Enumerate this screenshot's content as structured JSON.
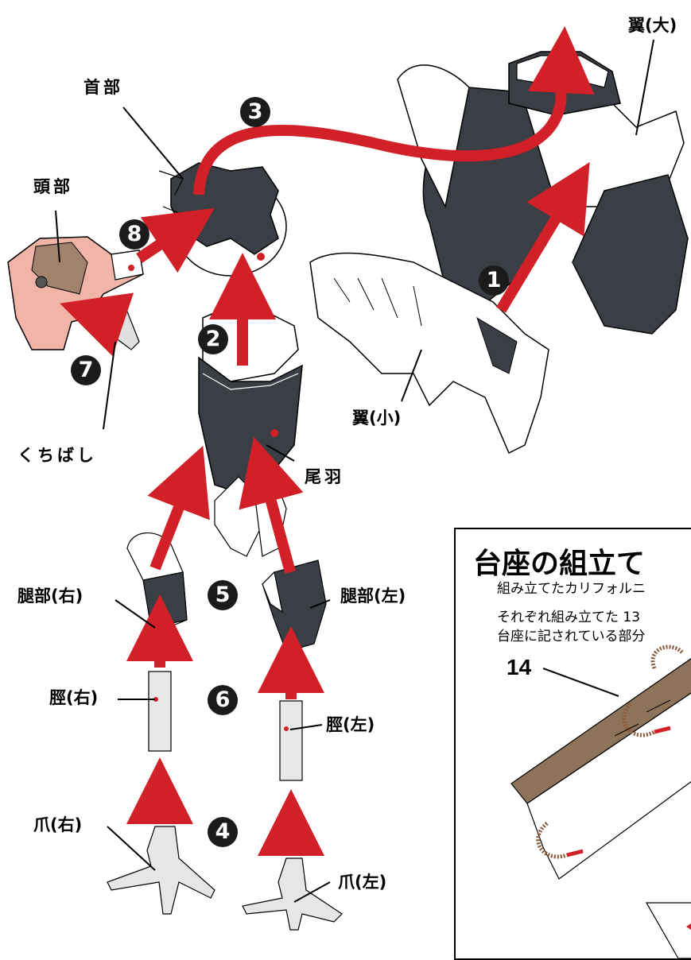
{
  "labels": {
    "wing_large": "翼(大)",
    "neck": "首部",
    "head": "頭部",
    "wing_small": "翼(小)",
    "beak": "くちばし",
    "tail": "尾羽",
    "thigh_right": "腿部(右)",
    "thigh_left": "腿部(左)",
    "shin_right": "脛(右)",
    "shin_left": "脛(左)",
    "claw_right": "爪(右)",
    "claw_left": "爪(左)"
  },
  "steps": [
    "1",
    "2",
    "3",
    "4",
    "5",
    "6",
    "7",
    "8"
  ],
  "panel": {
    "title": "台座の組立て",
    "line1": "組み立てたカリフォルニ",
    "line2": "それぞれ組み立てた 13",
    "line3": "台座に記されている部分",
    "part_number": "14"
  },
  "colors": {
    "arrow": "#d12027",
    "dark_feather": "#3a3e45",
    "head_pink": "#f1b5a8",
    "wood": "#8c7359"
  }
}
